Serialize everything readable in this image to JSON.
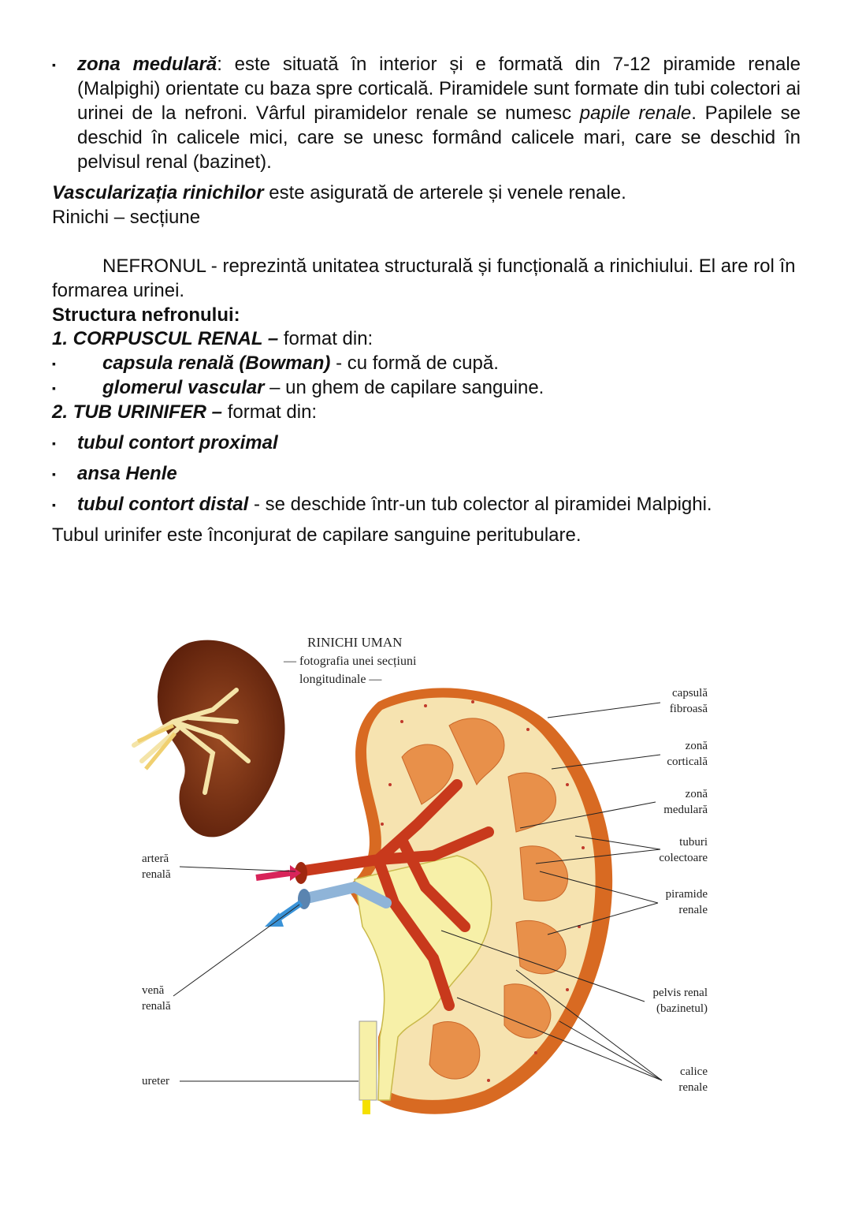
{
  "medulara": {
    "term": "zona medulară",
    "text_a": ": este situată în interior și e formată din 7-12 piramide renale (Malpighi) orientate cu baza spre corticală. Piramidele sunt formate din tubi colectori ai urinei de la nefroni. Vârful piramidelor renale se numesc ",
    "papile": "papile renale",
    "text_b": ". Papilele se deschid în calicele mici, care se unesc formând calicele mari, care se deschid în pelvisul renal (bazinet)."
  },
  "vasc": {
    "term": "Vascularizația rinichilor",
    "text": " este asigurată de arterele și venele renale."
  },
  "rinichi_sectiune": "Rinichi – secțiune",
  "nefron": {
    "intro": "NEFRONUL - reprezintă unitatea structurală și funcțională a rinichiului. El are rol în formarea urinei.",
    "structura_title": "Structura nefronului:",
    "corpuscul_head": "1. CORPUSCUL RENAL –",
    "corpuscul_tail": " format din:",
    "capsula_term": "capsula renală (Bowman)",
    "capsula_text": " - cu formă de cupă.",
    "glomerul_term": "glomerul vascular",
    "glomerul_text": " – un ghem de capilare sanguine.",
    "tub_head": "2. TUB URINIFER –",
    "tub_tail": " format din:",
    "tubul_proximal": "tubul contort proximal",
    "ansa": "ansa Henle",
    "tubul_distal": "tubul contort distal ",
    "tubul_distal_text": " - se deschide într-un tub colector al piramidei Malpighi.",
    "final": "Tubul urinifer este înconjurat de capilare sanguine peritubulare."
  },
  "bullet": "▪",
  "figure": {
    "title_1": "RINICHI UMAN",
    "title_2": "— fotografia unei secțiuni",
    "title_3": "longitudinale —",
    "labels_left": {
      "artera_1": "arteră",
      "artera_2": "renală",
      "vena_1": "venă",
      "vena_2": "renală",
      "ureter": "ureter"
    },
    "labels_right": {
      "capsula_1": "capsulă",
      "capsula_2": "fibroasă",
      "cortical_1": "zonă",
      "cortical_2": "corticală",
      "medular_1": "zonă",
      "medular_2": "medulară",
      "tuburi_1": "tuburi",
      "tuburi_2": "colectoare",
      "piramide_1": "piramide",
      "piramide_2": "renale",
      "pelvis_1": "pelvis renal",
      "pelvis_2": "(bazinetul)",
      "calice_1": "calice",
      "calice_2": "renale"
    },
    "colors": {
      "cortex": "#f6e3b0",
      "capsule": "#d86a22",
      "pyramid": "#e8904a",
      "artery": "#c8391c",
      "vein": "#8fb4d8",
      "pelvis": "#f7f0a8",
      "arrow_in": "#d8245a",
      "arrow_out": "#3a93d8"
    }
  }
}
